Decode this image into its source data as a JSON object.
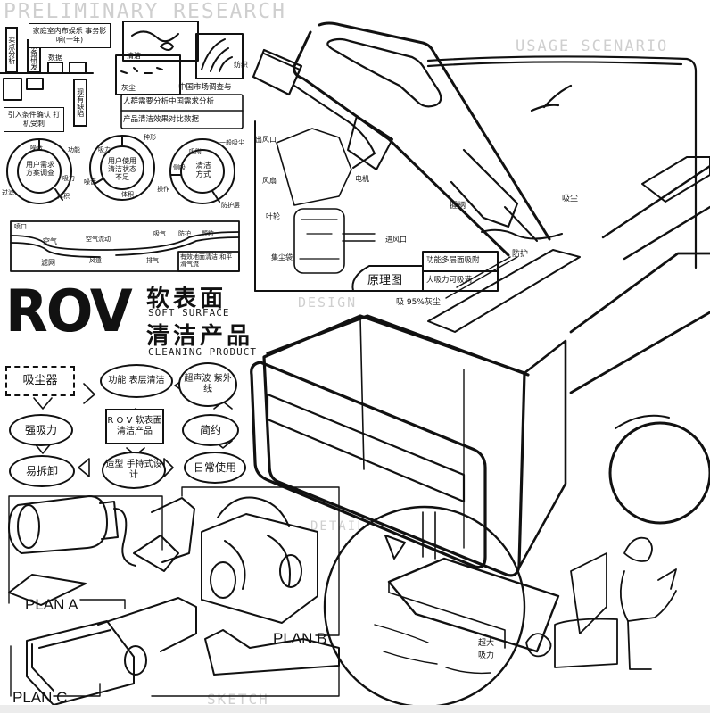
{
  "section_titles": {
    "research": "PRELIMINARY RESEARCH",
    "usage": "USAGE SCENARIO",
    "design": "DESIGN",
    "detail": "DETAIL",
    "sketch": "SKETCH"
  },
  "research": {
    "boxes": [
      {
        "label": "卖点分析"
      },
      {
        "label": "设备研发"
      },
      {
        "label": "数据"
      },
      {
        "label": "家庭室内布娱乐 事务影响(一年)"
      },
      {
        "label": "现有缺陷"
      },
      {
        "label": "引入条件确认 打机受刺"
      }
    ],
    "scene_labels": [
      "清洁",
      "灰尘",
      "纺织"
    ],
    "notes": [
      "中国市场调查与",
      "人群需要分析中国需求分析",
      "产品清洁效果对比数据"
    ],
    "rings": [
      {
        "center": "用户需求 方案调查",
        "labels": [
          "噪音",
          "吸力",
          "功能",
          "过滤",
          "体积"
        ]
      },
      {
        "center": "用户使用 清洁状态 不足",
        "labels": [
          "一种形",
          "吸力",
          "噪音",
          "体积"
        ]
      },
      {
        "center": "清洁 方式",
        "labels": [
          "一般吸尘",
          "吸附",
          "侧吸",
          "操作",
          "防护层"
        ]
      }
    ],
    "flow": {
      "labels": [
        "喷口",
        "空气",
        "空气流动",
        "风道",
        "吸气",
        "防护",
        "颗粒",
        "滤网",
        "排气"
      ],
      "note": "有效地面清洁 和平滑气流"
    }
  },
  "principle": {
    "title": "原理图",
    "labels": [
      "出风口",
      "风扇",
      "电机",
      "叶轮",
      "集尘袋",
      "进风口"
    ],
    "callouts": [
      "功能多层面吸附",
      "大吸力可吸满",
      "吸 95%灰尘"
    ]
  },
  "usage_scene": {
    "labels": [
      "握柄",
      "吸尘",
      "防护"
    ]
  },
  "brand": {
    "logo": "ROV",
    "cn_line1": "软表面",
    "en_line1": "SOFT SURFACE",
    "cn_line2": "清洁产品",
    "en_line2": "CLEANING PRODUCT"
  },
  "mindmap": {
    "nodes": [
      {
        "id": "vacuum",
        "label": "吸尘器"
      },
      {
        "id": "func",
        "label": "功能 表层清洁"
      },
      {
        "id": "noise",
        "label": "超声波 紫外线"
      },
      {
        "id": "suction",
        "label": "强吸力"
      },
      {
        "id": "rov",
        "label": "R O V 软表面清洁产品"
      },
      {
        "id": "simple",
        "label": "简约"
      },
      {
        "id": "detach",
        "label": "易拆卸"
      },
      {
        "id": "shape",
        "label": "造型 手持式设计"
      },
      {
        "id": "daily",
        "label": "日常使用"
      }
    ]
  },
  "plans": {
    "a": "PLAN A",
    "b": "PLAN B",
    "c": "PLAN C"
  },
  "detail": {
    "labels": [
      "超大",
      "吸力"
    ]
  }
}
